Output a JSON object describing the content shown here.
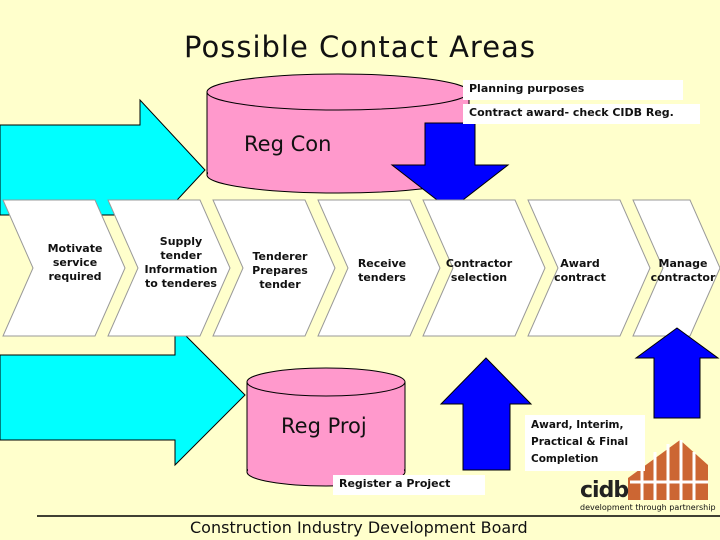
{
  "title": "Possible Contact Areas",
  "notes": {
    "planning": "Planning purposes",
    "contract_award": "Contract award- check CIDB Reg.",
    "completion": "Award, Interim, Practical & Final Completion",
    "register_project": "Register a Project"
  },
  "databases": {
    "reg_con": "Reg Con",
    "reg_proj": "Reg Proj"
  },
  "steps": [
    {
      "label": "Motivate service required"
    },
    {
      "label": "Supply tender Information to tenderes"
    },
    {
      "label": "Tenderer Prepares tender"
    },
    {
      "label": "Receive tenders"
    },
    {
      "label": "Contractor selection"
    },
    {
      "label": "Award contract"
    },
    {
      "label": "Manage contractor"
    }
  ],
  "footer": "Construction Industry Development Board",
  "logo": {
    "name": "cidb",
    "tagline": "development through partnership"
  },
  "colors": {
    "background": "#ffffcc",
    "arrow_cyan": "#00ffff",
    "arrow_blue": "#0000ff",
    "cylinder": "#ff99cc",
    "chevron": "#ffffff"
  }
}
